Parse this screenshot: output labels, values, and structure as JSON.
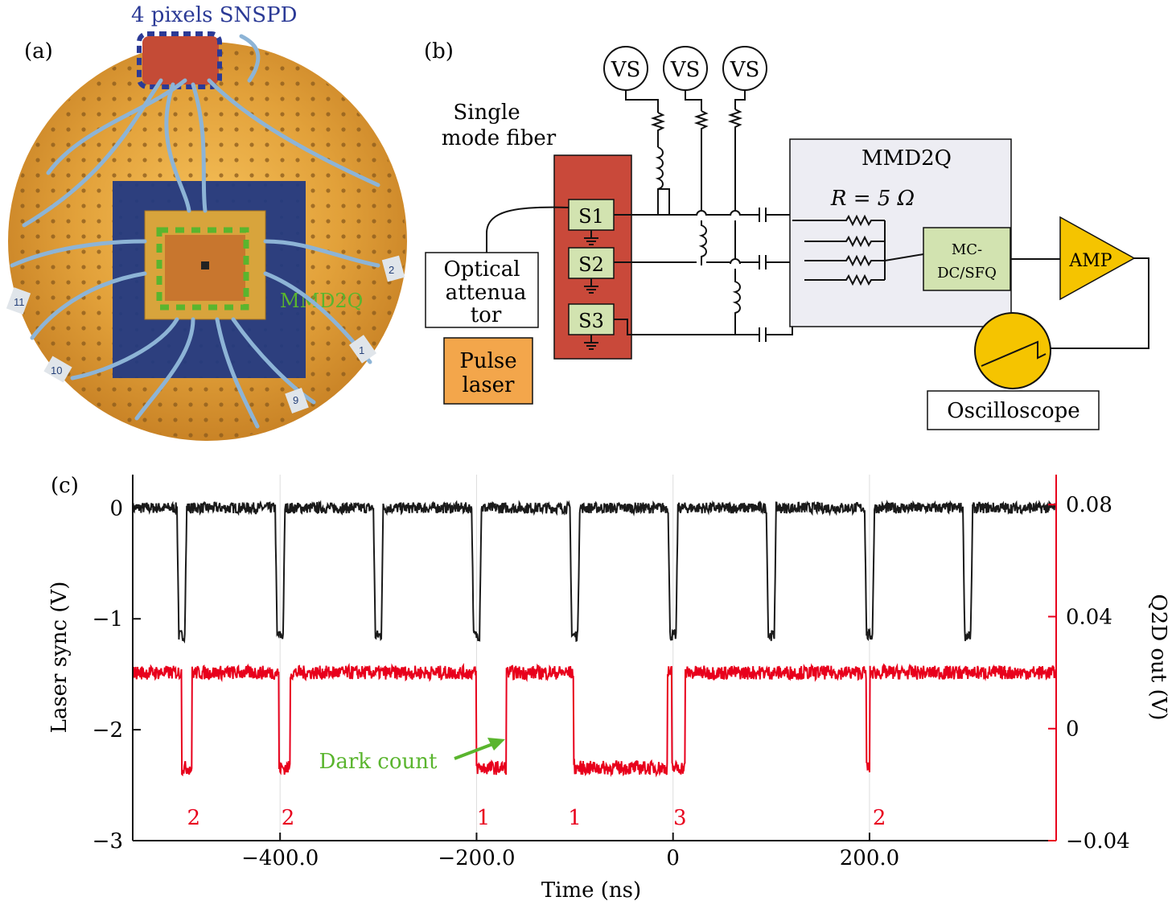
{
  "panel_a": {
    "label": "(a)",
    "snspd_label": "4 pixels SNSPD",
    "chip_label": "MMD2Q",
    "pad_numbers": [
      "2",
      "1",
      "10",
      "9",
      "11"
    ]
  },
  "panel_b": {
    "label": "(b)",
    "fiber_label_1": "Single",
    "fiber_label_2": "mode fiber",
    "vs_labels": [
      "VS",
      "VS",
      "VS"
    ],
    "mmd_title": "MMD2Q",
    "resistor_label": "R = 5 Ω",
    "mc_label_1": "MC-",
    "mc_label_2": "DC/SFQ",
    "amp_label": "AMP",
    "sensors": [
      "S1",
      "S2",
      "S3"
    ],
    "attenuator_lines": [
      "Optical",
      "attenua",
      "tor"
    ],
    "laser_lines": [
      "Pulse",
      "laser"
    ],
    "oscilloscope_label": "Oscilloscope"
  },
  "panel_c": {
    "label": "(c)",
    "annotation": "Dark count"
  },
  "colors": {
    "black_trace": "#1a1a1a",
    "red_trace": "#e8001c",
    "gold": "#f5c400",
    "fiber_box": "#c9493a",
    "laser_box": "#f3a64b",
    "sensor_box": "#d2e3b0",
    "mmd_box": "#ededf3",
    "blue_label": "#2b3a96",
    "green_label": "#5ab52e"
  },
  "chart_data": {
    "type": "line",
    "xlabel": "Time (ns)",
    "ylabel_left": "Laser sync (V)",
    "ylabel_right": "Q2D out (V)",
    "xlim": [
      -550,
      390
    ],
    "ylim_left": [
      -3,
      0.3
    ],
    "ylim_right": [
      -0.04,
      0.0907
    ],
    "x_ticks": [
      -400,
      -200,
      0,
      200
    ],
    "x_tick_labels": [
      "−400.0",
      "−200.0",
      "0",
      "200.0"
    ],
    "y_left_ticks": [
      0,
      -1,
      -2,
      -3
    ],
    "y_left_tick_labels": [
      "0",
      "−1",
      "−2",
      "−3"
    ],
    "y_right_ticks": [
      0.08,
      0.04,
      0,
      -0.04
    ],
    "y_right_tick_labels": [
      "0.08",
      "0.04",
      "0",
      "−0.04"
    ],
    "series": [
      {
        "axis": "left",
        "color": "#1a1a1a",
        "baseline": 0.0,
        "pulse_low": -1.15,
        "pulse_times": [
          -505,
          -405,
          -305,
          -205,
          -105,
          -5,
          95,
          195,
          295
        ]
      },
      {
        "axis": "right",
        "color": "#e8001c",
        "baseline": 0.02,
        "low_level": -0.014,
        "low_segments": [
          [
            -500,
            -490
          ],
          [
            -401,
            -390
          ],
          [
            -200,
            -170
          ],
          [
            -101,
            -6
          ],
          [
            -1,
            12
          ],
          [
            197,
            200
          ]
        ]
      }
    ],
    "pulse_count_labels": [
      {
        "x": -488,
        "text": "2"
      },
      {
        "x": -392,
        "text": "2"
      },
      {
        "x": -193,
        "text": "1"
      },
      {
        "x": -100,
        "text": "1"
      },
      {
        "x": 7,
        "text": "3"
      },
      {
        "x": 210,
        "text": "2"
      }
    ]
  }
}
